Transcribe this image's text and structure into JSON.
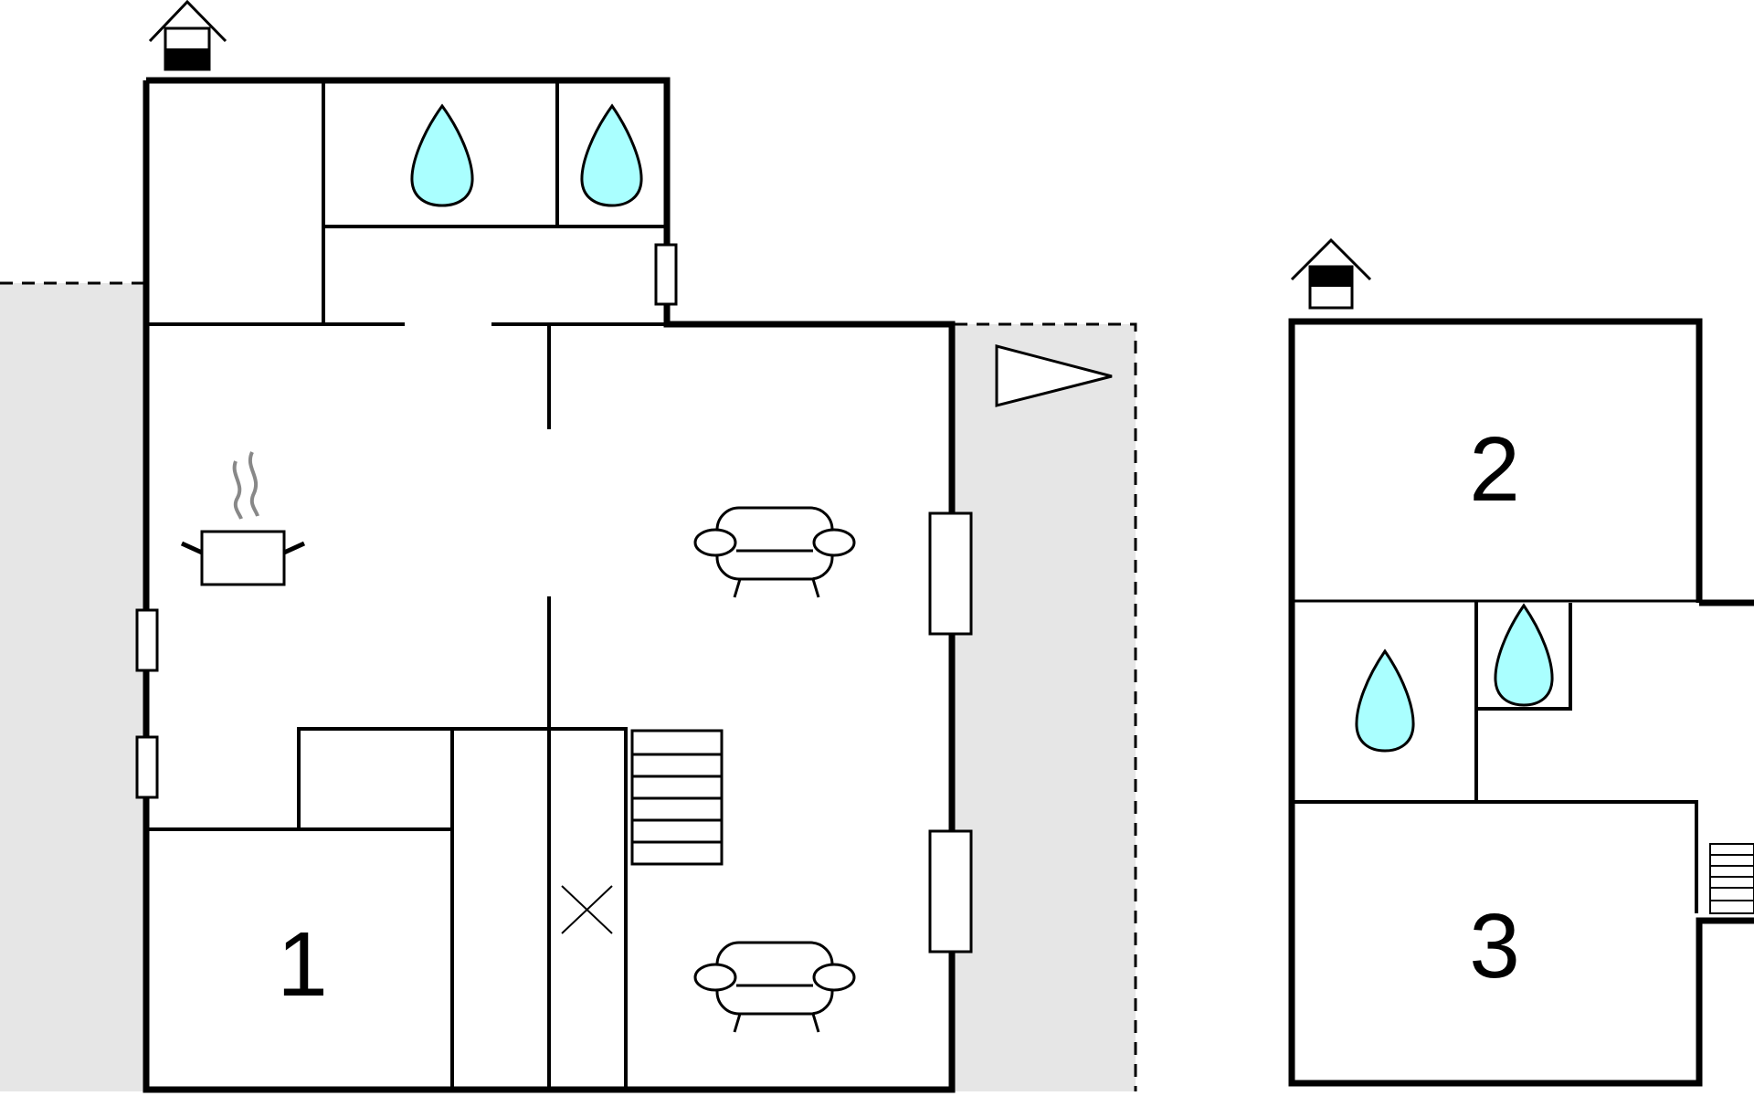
{
  "rooms": [
    {
      "label": "1"
    },
    {
      "label": "2"
    },
    {
      "label": "3"
    }
  ],
  "colors": {
    "walls": "#000000",
    "water_fill": "#aaffff",
    "outdoor_area": "#e6e6e6",
    "steam": "#888888"
  },
  "icons": [
    "house-entrance-icon",
    "water-drop-icon",
    "cooking-pot-icon",
    "sofa-icon",
    "staircase-icon",
    "north-arrow-icon"
  ]
}
